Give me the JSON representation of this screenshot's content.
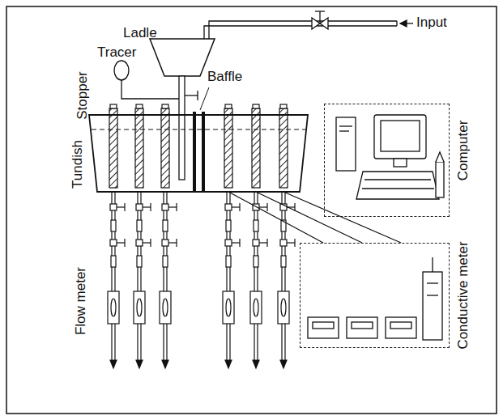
{
  "diagram": {
    "nodes": [
      {
        "text": [
          "Tundish"
        ]
      },
      {
        "text": [
          "Computer"
        ]
      },
      {
        "text": [
          "Conductive meter"
        ]
      }
    ],
    "edges": [
      {
        "from": 0,
        "to": 2,
        "arrow": "none"
      },
      {
        "from": 0,
        "to": 2,
        "arrow": "none"
      },
      {
        "from": 0,
        "to": 2,
        "arrow": "none"
      }
    ],
    "labels": [
      "Ladle",
      "Input",
      "Tracer",
      "Baffle",
      "Stopper",
      "Flow meter"
    ]
  }
}
